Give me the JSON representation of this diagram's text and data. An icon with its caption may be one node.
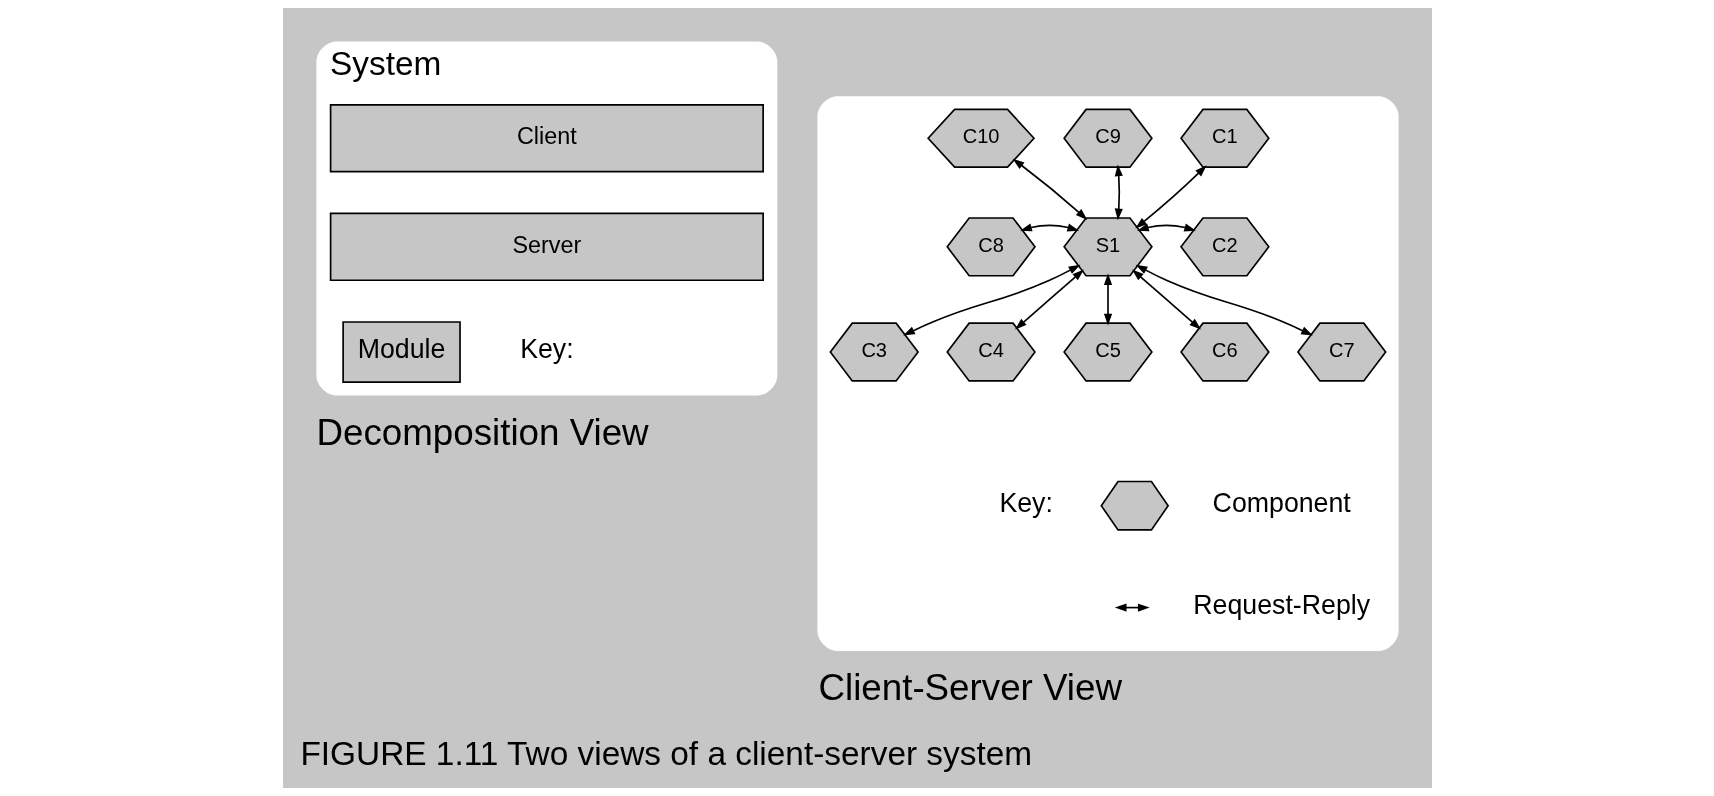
{
  "diagram": {
    "caption": "FIGURE 1.11 Two views of a client-server system",
    "nodes": [
      {
        "text": [
          "System"
        ],
        "beside": [
          "Decomposition View"
        ]
      },
      {
        "text": [
          "Client"
        ],
        "in": 0
      },
      {
        "text": [
          "Server"
        ],
        "in": 0
      },
      {
        "text": [],
        "shape": "box",
        "beside": [
          "Client-Server View"
        ]
      },
      {
        "text": [
          "S1"
        ],
        "in": 3
      },
      {
        "text": [
          "C1"
        ],
        "in": 3
      },
      {
        "text": [
          "C2"
        ],
        "in": 3
      },
      {
        "text": [
          "C3"
        ],
        "in": 3
      },
      {
        "text": [
          "C4"
        ],
        "in": 3
      },
      {
        "text": [
          "C5"
        ],
        "in": 3
      },
      {
        "text": [
          "C6"
        ],
        "in": 3
      },
      {
        "text": [
          "C7"
        ],
        "in": 3
      },
      {
        "text": [
          "C8"
        ],
        "in": 3
      },
      {
        "text": [
          "C9"
        ],
        "in": 3
      },
      {
        "text": [
          "C10"
        ],
        "in": 3
      },
      {
        "text": [],
        "shape": "hexagon",
        "in": 3
      }
    ],
    "edges": [
      {
        "from": 4,
        "to": 5,
        "arrow": "both"
      },
      {
        "from": 4,
        "to": 6,
        "arrow": "both"
      },
      {
        "from": 4,
        "to": 7,
        "arrow": "both"
      },
      {
        "from": 4,
        "to": 8,
        "arrow": "both"
      },
      {
        "from": 4,
        "to": 9,
        "arrow": "both"
      },
      {
        "from": 4,
        "to": 10,
        "arrow": "both"
      },
      {
        "from": 4,
        "to": 11,
        "arrow": "both"
      },
      {
        "from": 4,
        "to": 12,
        "arrow": "both"
      },
      {
        "from": 4,
        "to": 13,
        "arrow": "both"
      },
      {
        "from": 4,
        "to": 14,
        "arrow": "both"
      }
    ],
    "labels": [
      "Key:",
      "Key:"
    ],
    "legend": [
      {
        "text": "Module"
      },
      {
        "text": "Component"
      },
      {
        "text": "Request-Reply"
      }
    ]
  }
}
